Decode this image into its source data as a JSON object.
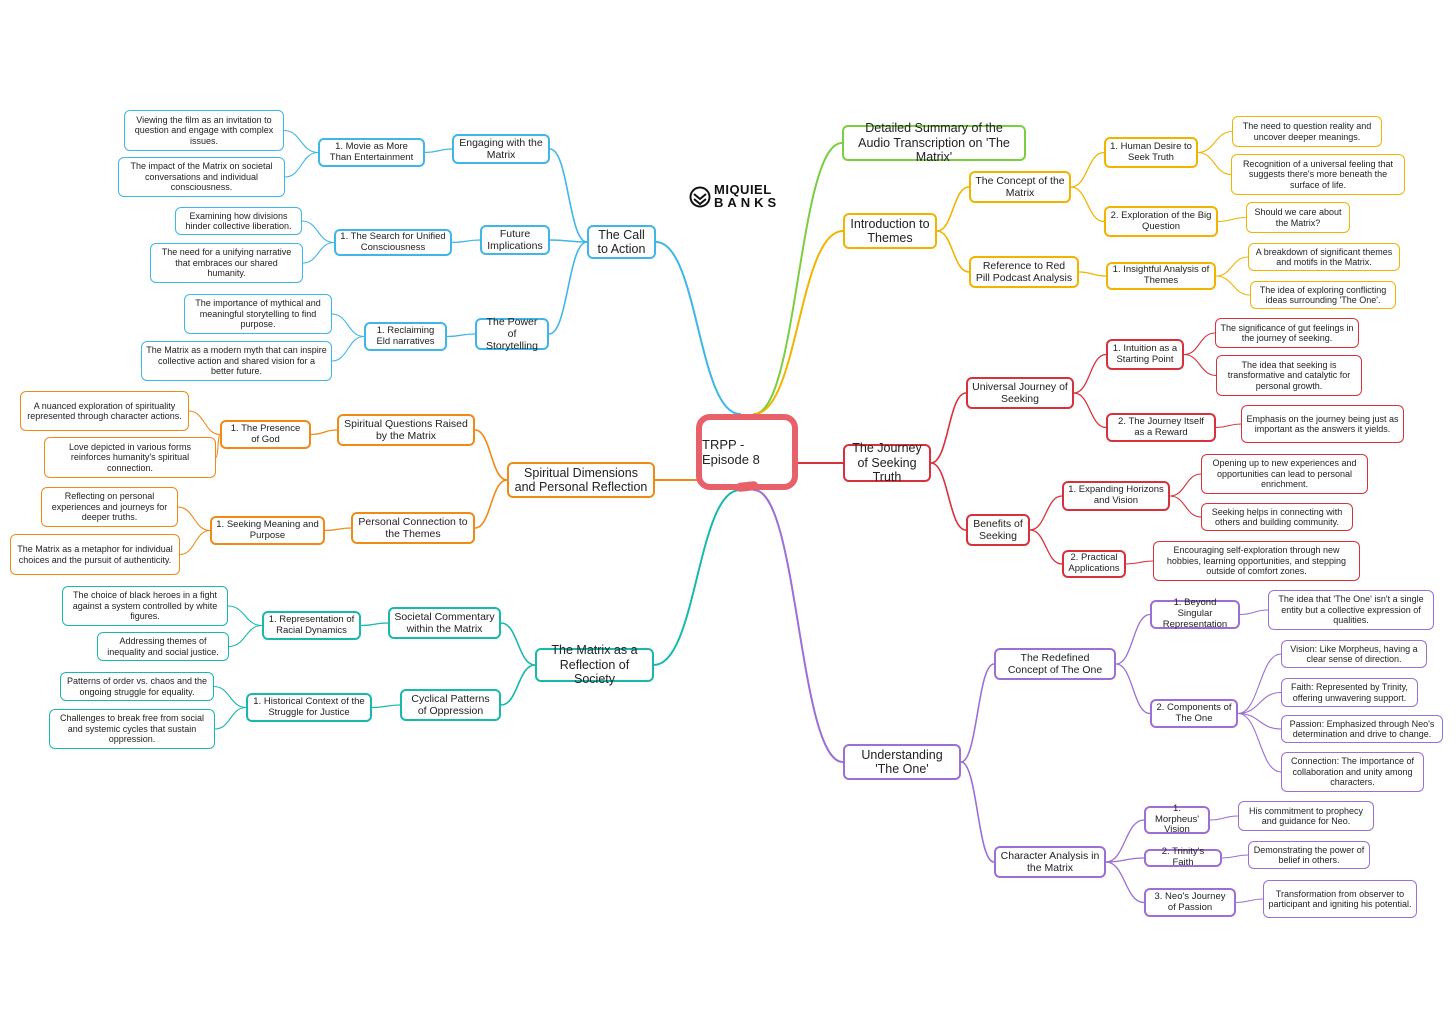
{
  "root": {
    "label": "TRPP - Episode 8",
    "color": "#e8606a"
  },
  "brand": {
    "line1": "MIQUIEL",
    "line2": "BANKS"
  },
  "branches": [
    {
      "id": "summary",
      "side": "right",
      "color": "#7ccd3f",
      "label": "Detailed Summary of the Audio Transcription on 'The Matrix'",
      "children": []
    },
    {
      "id": "intro",
      "side": "right",
      "color": "#f0b400",
      "label": "Introduction to Themes",
      "children": [
        {
          "label": "The Concept of the Matrix",
          "children": [
            {
              "label": "1. Human Desire to Seek Truth",
              "children": [
                {
                  "label": "The need to question reality and uncover deeper meanings."
                },
                {
                  "label": "Recognition of a universal feeling that suggests there's more beneath the surface of life."
                }
              ]
            },
            {
              "label": "2. Exploration of the Big Question",
              "children": [
                {
                  "label": "Should we care about the Matrix?"
                }
              ]
            }
          ]
        },
        {
          "label": "Reference to Red Pill Podcast Analysis",
          "children": [
            {
              "label": "1. Insightful Analysis of Themes",
              "children": [
                {
                  "label": "A breakdown of significant themes and motifs in the Matrix."
                },
                {
                  "label": "The idea of exploring conflicting ideas surrounding 'The One'."
                }
              ]
            }
          ]
        }
      ]
    },
    {
      "id": "journey",
      "side": "right",
      "color": "#d9313c",
      "label": "The Journey of Seeking Truth",
      "children": [
        {
          "label": "Universal Journey of Seeking",
          "children": [
            {
              "label": "1. Intuition as a Starting Point",
              "children": [
                {
                  "label": "The significance of gut feelings in the journey of seeking."
                },
                {
                  "label": "The idea that seeking is transformative and catalytic for personal growth."
                }
              ]
            },
            {
              "label": "2. The Journey Itself as a Reward",
              "children": [
                {
                  "label": "Emphasis on the journey being just as important as the answers it yields."
                }
              ]
            }
          ]
        },
        {
          "label": "Benefits of Seeking",
          "children": [
            {
              "label": "1. Expanding Horizons and Vision",
              "children": [
                {
                  "label": "Opening up to new experiences and opportunities can lead to personal enrichment."
                },
                {
                  "label": "Seeking helps in connecting with others and building community."
                }
              ]
            },
            {
              "label": "2. Practical Applications",
              "children": [
                {
                  "label": "Encouraging self-exploration through new hobbies, learning opportunities, and stepping outside of comfort zones."
                }
              ]
            }
          ]
        }
      ]
    },
    {
      "id": "one",
      "side": "right",
      "color": "#9b6fd6",
      "label": "Understanding 'The One'",
      "children": [
        {
          "label": "The Redefined Concept of The One",
          "children": [
            {
              "label": "1. Beyond Singular Representation",
              "children": [
                {
                  "label": "The idea that 'The One' isn't a single entity but a collective expression of qualities."
                }
              ]
            },
            {
              "label": "2. Components of The One",
              "children": [
                {
                  "label": "Vision: Like Morpheus, having a clear sense of direction."
                },
                {
                  "label": "Faith: Represented by Trinity, offering unwavering support."
                },
                {
                  "label": "Passion: Emphasized through Neo's determination and drive to change."
                },
                {
                  "label": "Connection: The importance of collaboration and unity among characters."
                }
              ]
            }
          ]
        },
        {
          "label": "Character Analysis in the Matrix",
          "children": [
            {
              "label": "1. Morpheus' Vision",
              "children": [
                {
                  "label": "His commitment to prophecy and guidance for Neo."
                }
              ]
            },
            {
              "label": "2. Trinity's Faith",
              "children": [
                {
                  "label": "Demonstrating the power of belief in others."
                }
              ]
            },
            {
              "label": "3. Neo's Journey of Passion",
              "children": [
                {
                  "label": "Transformation from observer to participant and igniting his potential."
                }
              ]
            }
          ]
        }
      ]
    },
    {
      "id": "call",
      "side": "left",
      "color": "#3fb6e8",
      "label": "The Call to Action",
      "children": [
        {
          "label": "Engaging with the Matrix",
          "children": [
            {
              "label": "1. Movie as More Than Entertainment",
              "children": [
                {
                  "label": "Viewing the film as an invitation to question and engage with complex issues."
                },
                {
                  "label": "The impact of the Matrix on societal conversations and individual consciousness."
                }
              ]
            }
          ]
        },
        {
          "label": "Future Implications",
          "children": [
            {
              "label": "1. The Search for Unified Consciousness",
              "children": [
                {
                  "label": "Examining how divisions hinder collective liberation."
                },
                {
                  "label": "The need for a unifying narrative that embraces our shared humanity."
                }
              ]
            }
          ]
        },
        {
          "label": "The Power of Storytelling",
          "children": [
            {
              "label": "1. Reclaiming Eld narratives",
              "children": [
                {
                  "label": "The importance of mythical and meaningful storytelling to find purpose."
                },
                {
                  "label": "The Matrix as a modern myth that can inspire collective action and shared vision for a better future."
                }
              ]
            }
          ]
        }
      ]
    },
    {
      "id": "spirit",
      "side": "left",
      "color": "#ef8a17",
      "label": "Spiritual Dimensions and Personal Reflection",
      "children": [
        {
          "label": "Spiritual Questions Raised by the Matrix",
          "children": [
            {
              "label": "1. The Presence of God",
              "children": [
                {
                  "label": "A nuanced exploration of spirituality represented through character actions."
                },
                {
                  "label": "Love depicted in various forms reinforces humanity's spiritual connection."
                }
              ]
            }
          ]
        },
        {
          "label": "Personal Connection to the Themes",
          "children": [
            {
              "label": "1. Seeking Meaning and Purpose",
              "children": [
                {
                  "label": "Reflecting on personal experiences and journeys for deeper truths."
                },
                {
                  "label": "The Matrix as a metaphor for individual choices and the pursuit of authenticity."
                }
              ]
            }
          ]
        }
      ]
    },
    {
      "id": "society",
      "side": "left",
      "color": "#19b8ac",
      "label": "The Matrix as a Reflection of Society",
      "children": [
        {
          "label": "Societal Commentary within the Matrix",
          "children": [
            {
              "label": "1. Representation of Racial Dynamics",
              "children": [
                {
                  "label": "The choice of black heroes in a fight against a system controlled by white figures."
                },
                {
                  "label": "Addressing themes of inequality and social justice."
                }
              ]
            }
          ]
        },
        {
          "label": "Cyclical Patterns of Oppression",
          "children": [
            {
              "label": "1. Historical Context of the Struggle for Justice",
              "children": [
                {
                  "label": "Patterns of order vs. chaos and the ongoing struggle for equality."
                },
                {
                  "label": "Challenges to break free from social and systemic cycles that sustain oppression."
                }
              ]
            }
          ]
        }
      ]
    }
  ]
}
